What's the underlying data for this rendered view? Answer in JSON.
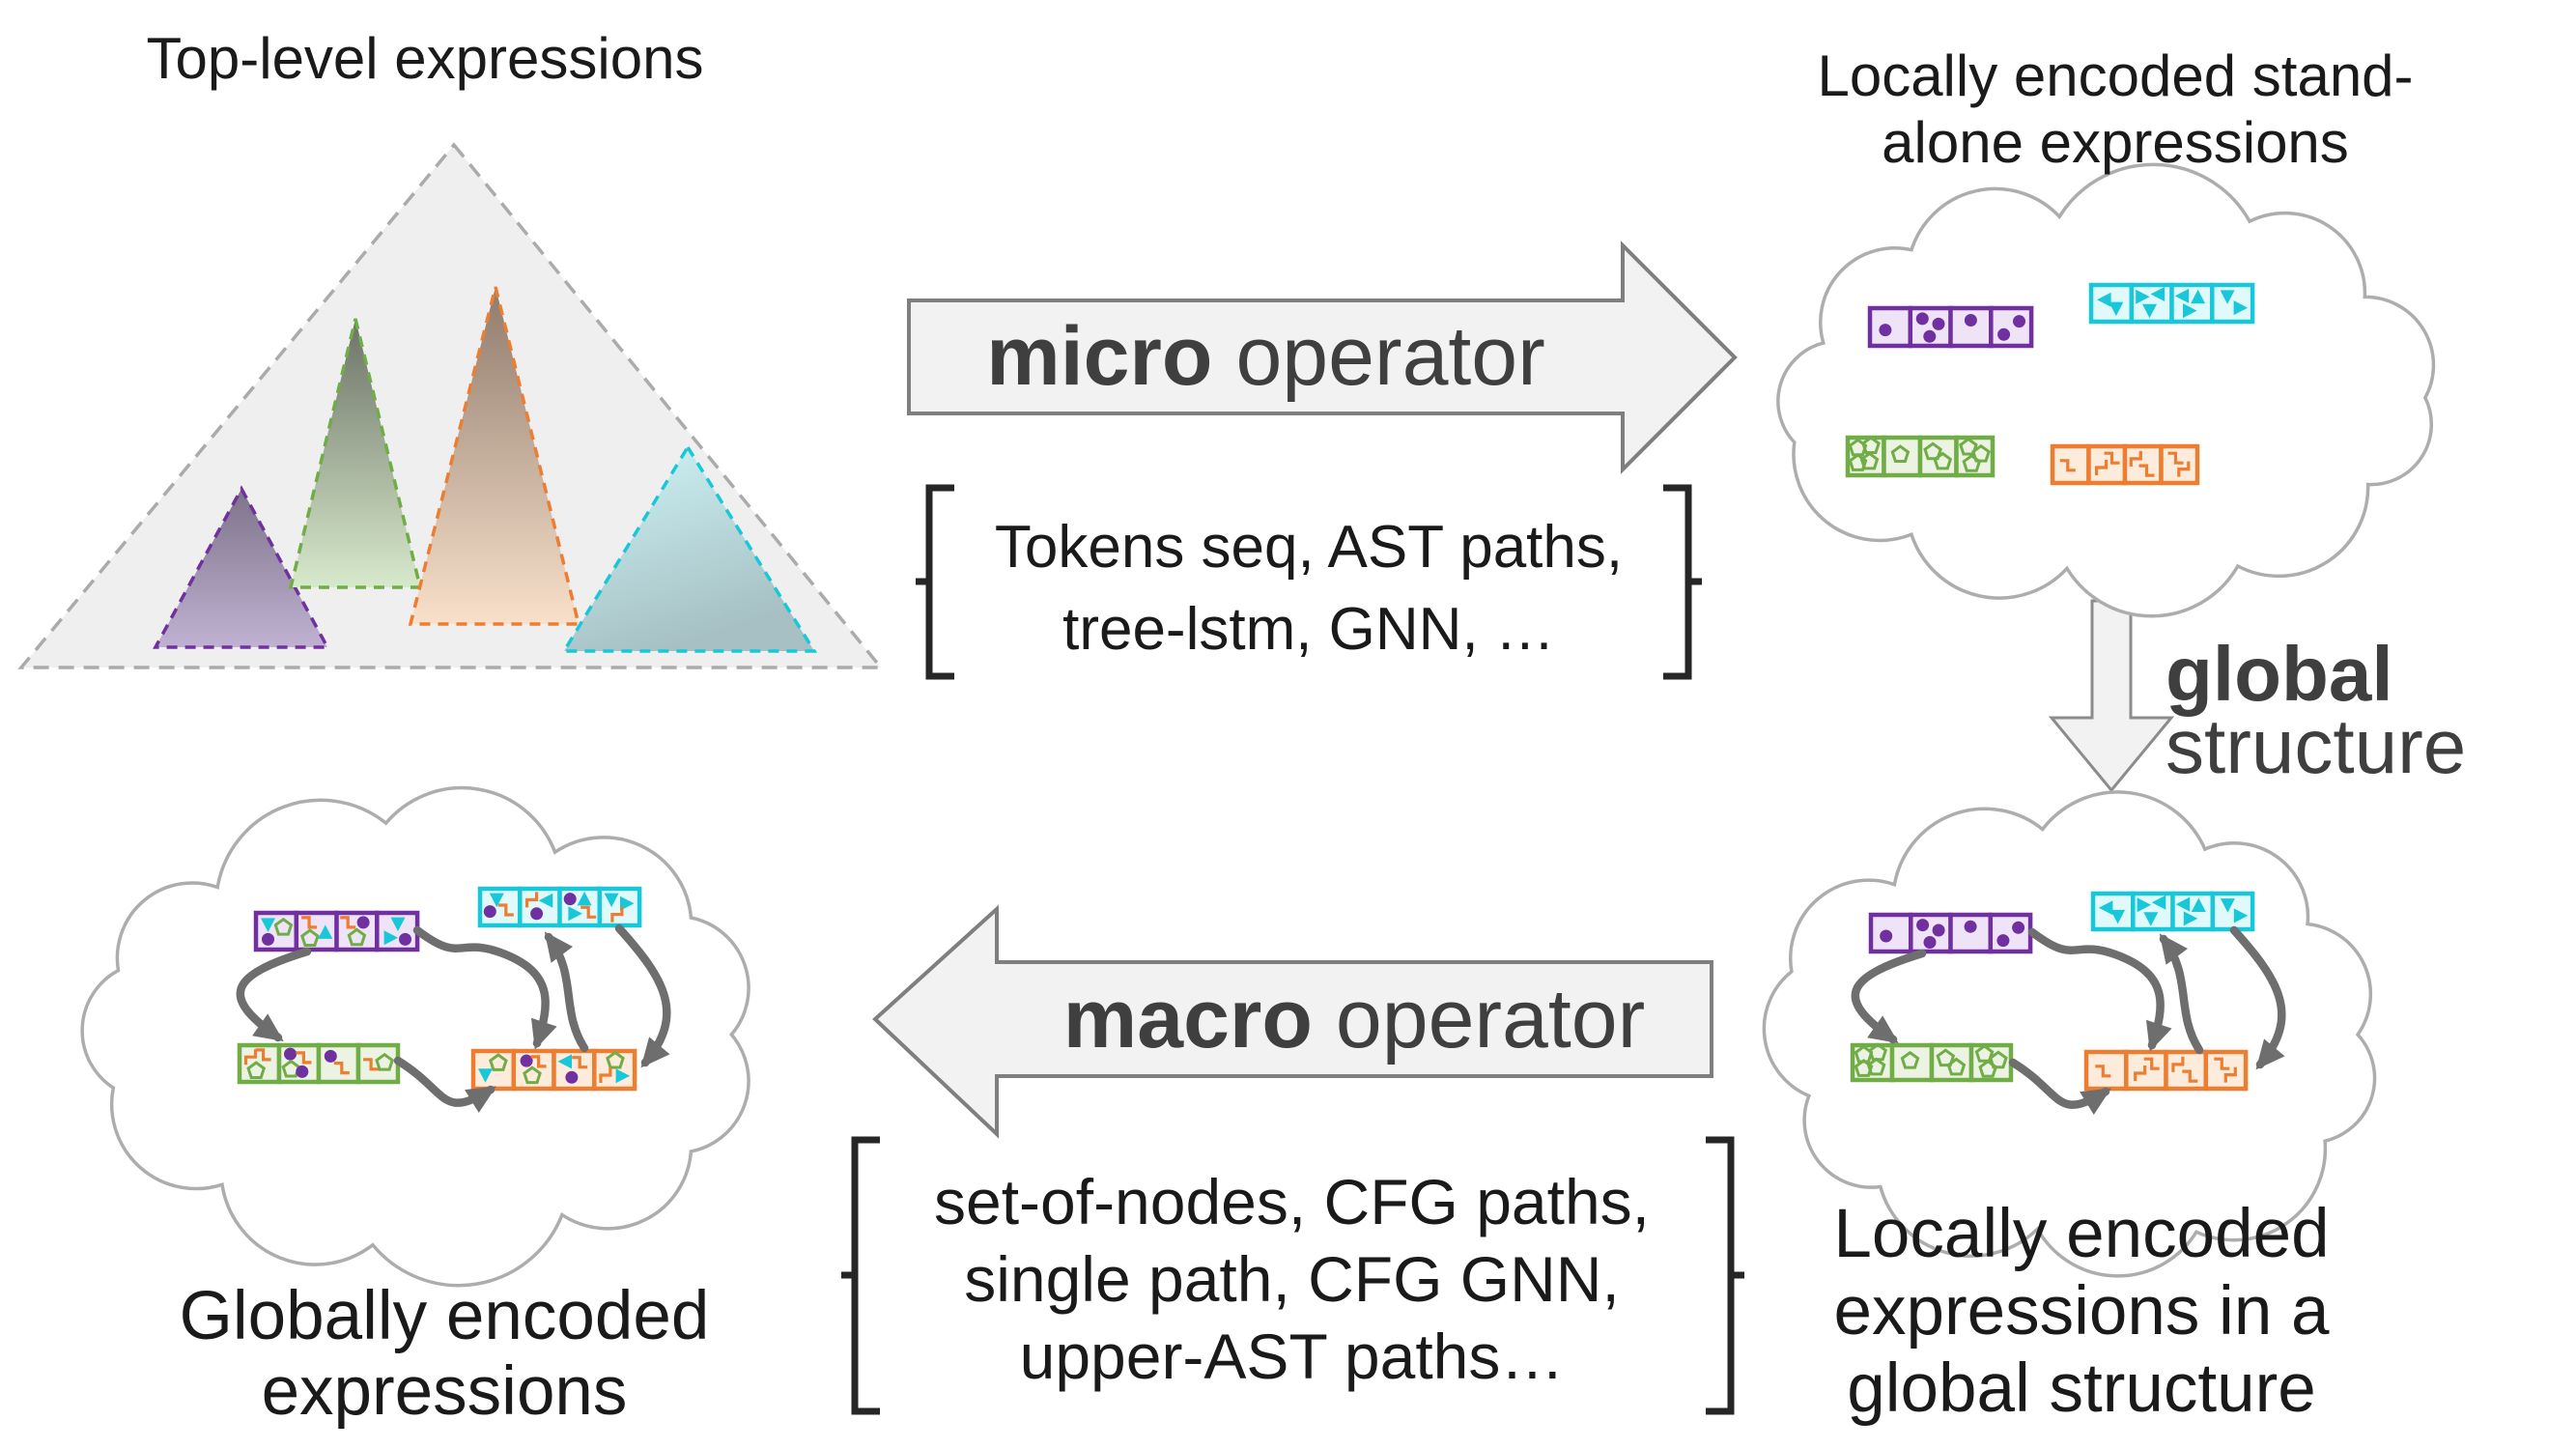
{
  "colors": {
    "background": "#FFFFFF",
    "text_black": "#1A1A1A",
    "operator_text": "#3F3F3F",
    "operator_arrow_fill": "#F2F2F2",
    "operator_arrow_stroke": "#7F7F7F",
    "bracket": "#262626",
    "cloud_stroke": "#ADADAD",
    "flow_arrow": "#6E6E6E",
    "ast_outline": "#ABABAB",
    "ast_fill": "#EFEFEF",
    "purple": "#7030A0",
    "purple_fill": "#EFE4F7",
    "green": "#70AD47",
    "green_fill": "#ECF3E3",
    "orange": "#ED7D31",
    "orange_fill": "#FDEBDC",
    "cyan": "#19C8D8",
    "cyan_fill": "#E0FAFB"
  },
  "labels": {
    "top_left_title": "Top-level expressions",
    "top_right_title_line1": "Locally encoded stand-",
    "top_right_title_line2": "alone expressions",
    "micro_bold": "micro",
    "micro_regular": "operator",
    "micro_note_line1": "Tokens seq, AST paths,",
    "micro_note_line2": "tree-lstm, GNN, …",
    "global_structure_bold": "global",
    "global_structure_regular": "structure",
    "macro_bold": "macro",
    "macro_regular": "operator",
    "macro_note_line1": "set-of-nodes, CFG paths,",
    "macro_note_line2": "single path, CFG GNN,",
    "macro_note_line3": "upper-AST paths…",
    "bottom_left_label_line1": "Globally encoded",
    "bottom_left_label_line2": "expressions",
    "bottom_right_label_line1": "Locally encoded",
    "bottom_right_label_line2": "expressions in a",
    "bottom_right_label_line3": "global structure"
  },
  "icons": {
    "purple_token_glyph": "dot",
    "cyan_token_glyph": "triangle",
    "green_token_glyph": "pentagon",
    "orange_token_glyph": "zigzag"
  },
  "global_structure_edges": [
    [
      "purple",
      "green"
    ],
    [
      "purple",
      "orange"
    ],
    [
      "green",
      "orange"
    ],
    [
      "orange",
      "cyan"
    ],
    [
      "cyan",
      "orange"
    ]
  ],
  "sequences": {
    "local": {
      "purple": [
        [
          [
            "dot",
            0.38,
            0.58
          ]
        ],
        [
          [
            "dot",
            0.3,
            0.28
          ],
          [
            "dot",
            0.7,
            0.42
          ],
          [
            "dot",
            0.48,
            0.75
          ]
        ],
        [
          [
            "dot",
            0.5,
            0.32
          ]
        ],
        [
          [
            "dot",
            0.32,
            0.7
          ],
          [
            "dot",
            0.7,
            0.35
          ]
        ]
      ],
      "cyan": [
        [
          [
            "triL",
            0.35,
            0.4
          ],
          [
            "triD",
            0.62,
            0.62
          ]
        ],
        [
          [
            "triR",
            0.25,
            0.32
          ],
          [
            "triL",
            0.68,
            0.25
          ],
          [
            "triD",
            0.45,
            0.68
          ]
        ],
        [
          [
            "triL",
            0.28,
            0.3
          ],
          [
            "triU",
            0.65,
            0.35
          ],
          [
            "triR",
            0.42,
            0.7
          ]
        ],
        [
          [
            "triD",
            0.38,
            0.3
          ],
          [
            "triR",
            0.68,
            0.62
          ]
        ]
      ],
      "green": [
        [
          [
            "pent",
            0.28,
            0.28
          ],
          [
            "pent",
            0.64,
            0.22
          ],
          [
            "pent",
            0.28,
            0.68
          ],
          [
            "pent",
            0.6,
            0.64
          ]
        ],
        [
          [
            "pent",
            0.45,
            0.45
          ]
        ],
        [
          [
            "pent",
            0.35,
            0.38
          ],
          [
            "pent",
            0.62,
            0.64
          ]
        ],
        [
          [
            "pent",
            0.33,
            0.26
          ],
          [
            "pent",
            0.68,
            0.44
          ],
          [
            "pent",
            0.42,
            0.7
          ]
        ]
      ],
      "orange": [
        [
          [
            "zig1",
            0.42,
            0.52
          ]
        ],
        [
          [
            "zig2",
            0.35,
            0.58
          ],
          [
            "zig1",
            0.64,
            0.32
          ]
        ],
        [
          [
            "zig2",
            0.3,
            0.34
          ],
          [
            "zig1",
            0.6,
            0.66
          ]
        ],
        [
          [
            "zig1",
            0.4,
            0.32
          ],
          [
            "zig2",
            0.62,
            0.62
          ]
        ]
      ]
    },
    "global": {
      "purple": [
        [
          [
            "triD",
            0.3,
            0.3
          ],
          [
            "pent",
            0.68,
            0.4
          ],
          [
            "dot",
            0.3,
            0.72
          ]
        ],
        [
          [
            "zig1",
            0.32,
            0.26
          ],
          [
            "pent",
            0.34,
            0.7
          ],
          [
            "triU",
            0.72,
            0.55
          ]
        ],
        [
          [
            "zig1",
            0.28,
            0.26
          ],
          [
            "dot",
            0.66,
            0.26
          ],
          [
            "pent",
            0.5,
            0.68
          ]
        ],
        [
          [
            "triD",
            0.52,
            0.28
          ],
          [
            "triR",
            0.32,
            0.68
          ],
          [
            "dot",
            0.7,
            0.72
          ]
        ]
      ],
      "cyan": [
        [
          [
            "triD",
            0.42,
            0.28
          ],
          [
            "dot",
            0.25,
            0.62
          ],
          [
            "zig1",
            0.65,
            0.58
          ]
        ],
        [
          [
            "zig2",
            0.3,
            0.3
          ],
          [
            "triL",
            0.68,
            0.32
          ],
          [
            "dot",
            0.42,
            0.68
          ]
        ],
        [
          [
            "dot",
            0.26,
            0.28
          ],
          [
            "triU",
            0.62,
            0.3
          ],
          [
            "triR",
            0.36,
            0.68
          ],
          [
            "zig1",
            0.72,
            0.64
          ]
        ],
        [
          [
            "triD",
            0.3,
            0.28
          ],
          [
            "triR",
            0.66,
            0.4
          ],
          [
            "zig2",
            0.44,
            0.7
          ]
        ]
      ],
      "green": [
        [
          [
            "zig2",
            0.28,
            0.32
          ],
          [
            "zig1",
            0.6,
            0.26
          ],
          [
            "pent",
            0.42,
            0.7
          ]
        ],
        [
          [
            "dot",
            0.28,
            0.24
          ],
          [
            "zig1",
            0.62,
            0.34
          ],
          [
            "pent",
            0.3,
            0.66
          ],
          [
            "dot",
            0.58,
            0.72
          ]
        ],
        [
          [
            "dot",
            0.3,
            0.3
          ],
          [
            "zig1",
            0.58,
            0.62
          ]
        ],
        [
          [
            "zig1",
            0.32,
            0.52
          ],
          [
            "pent",
            0.66,
            0.48
          ]
        ]
      ],
      "orange": [
        [
          [
            "pent",
            0.62,
            0.32
          ],
          [
            "triD",
            0.3,
            0.62
          ]
        ],
        [
          [
            "dot",
            0.32,
            0.26
          ],
          [
            "zig1",
            0.62,
            0.28
          ],
          [
            "pent",
            0.46,
            0.66
          ]
        ],
        [
          [
            "triL",
            0.3,
            0.28
          ],
          [
            "zig1",
            0.64,
            0.3
          ],
          [
            "dot",
            0.44,
            0.7
          ]
        ],
        [
          [
            "pent",
            0.52,
            0.26
          ],
          [
            "zig2",
            0.28,
            0.64
          ],
          [
            "triR",
            0.68,
            0.66
          ]
        ]
      ]
    }
  }
}
